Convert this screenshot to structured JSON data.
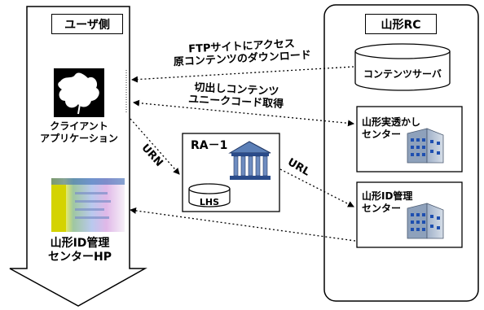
{
  "user_side": {
    "title": "ユーザ側",
    "client_app_line1": "クライアント",
    "client_app_line2": "アプリケーション",
    "id_center_hp_line1": "山形ID管理",
    "id_center_hp_line2": "センターHP"
  },
  "yamagata_rc": {
    "title": "山形RC",
    "content_server": "コンテンツサーバ",
    "watermark_center_line1": "山形実透かし",
    "watermark_center_line2": "センター",
    "id_center_line1": "山形ID管理",
    "id_center_line2": "センター"
  },
  "ra": {
    "title": "RA－1",
    "lhs": "LHS"
  },
  "arrows": {
    "ftp_line1": "FTPサイトにアクセス",
    "ftp_line2": "原コンテンツのダウンロード",
    "cut_line1": "切出しコンテンツ",
    "cut_line2": "ユニークコード取得",
    "urn": "URN",
    "url": "URL"
  }
}
